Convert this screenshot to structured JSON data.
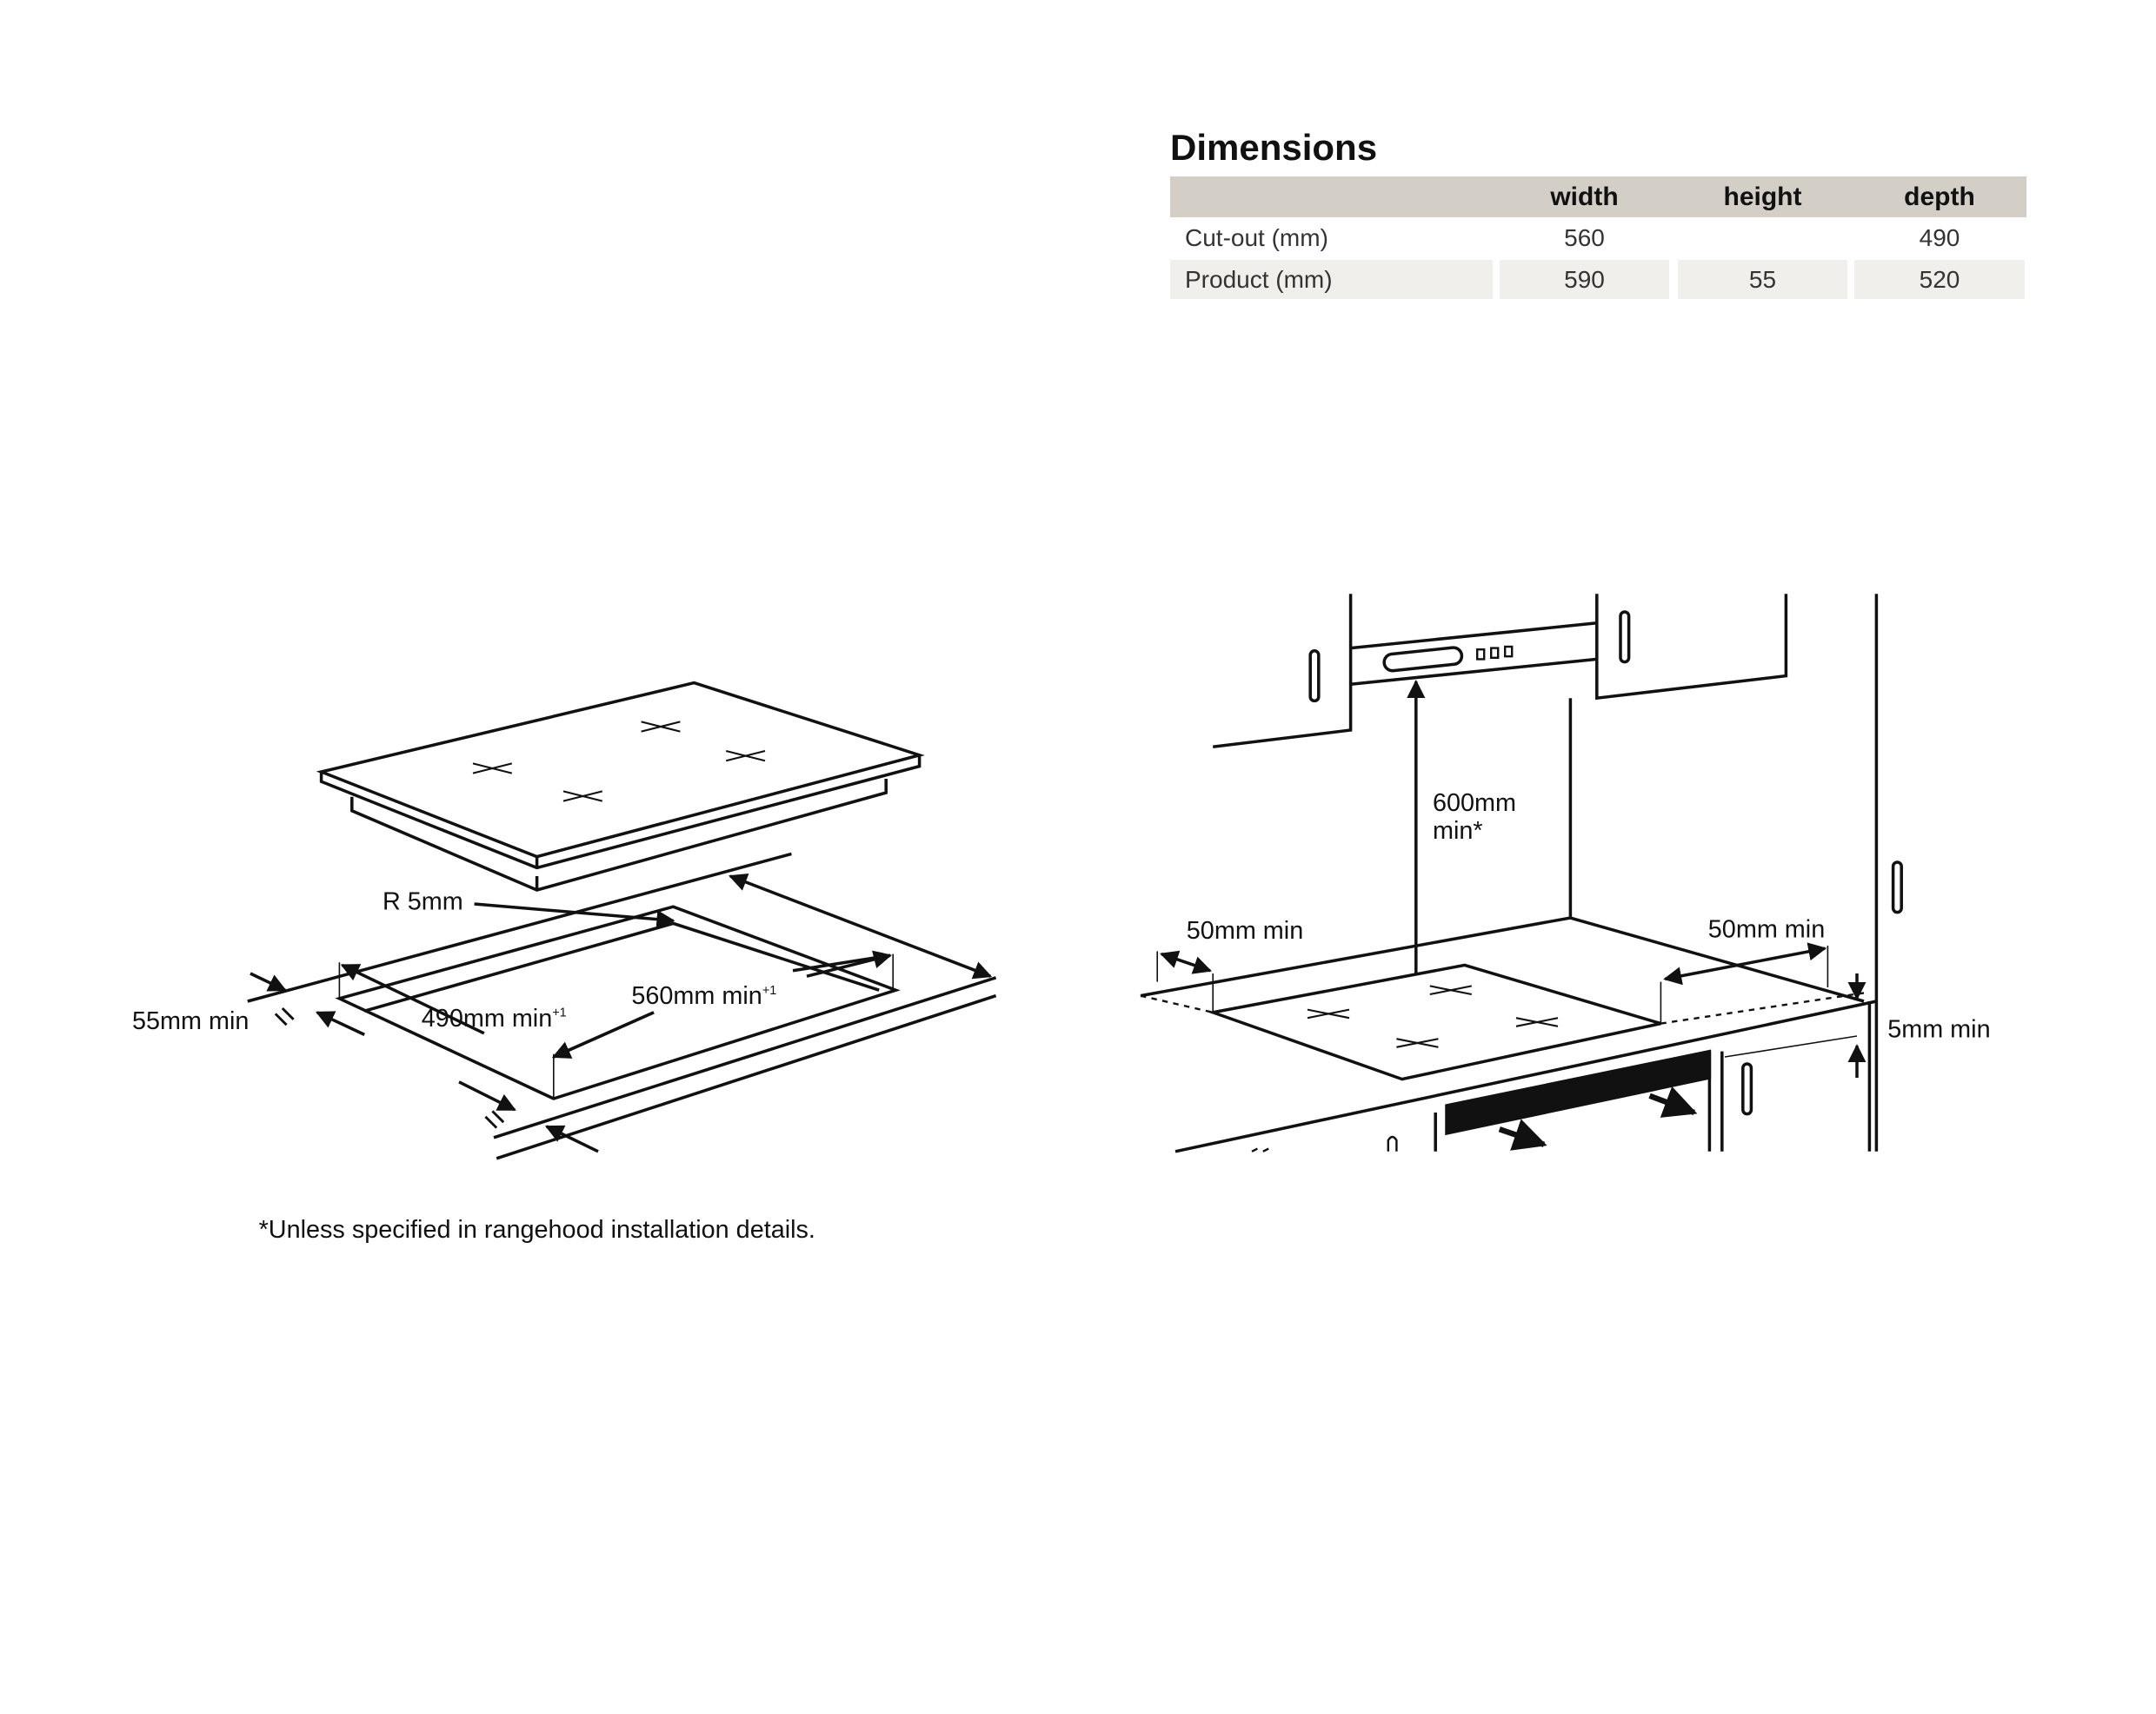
{
  "dimensions": {
    "title": "Dimensions",
    "headers": [
      "",
      "width",
      "height",
      "depth"
    ],
    "rows": [
      {
        "label": "Cut-out (mm)",
        "width": "560",
        "height": "",
        "depth": "490"
      },
      {
        "label": "Product (mm)",
        "width": "590",
        "height": "55",
        "depth": "520"
      }
    ]
  },
  "cutout_diagram": {
    "radius_label": "R 5mm",
    "depth_label": "490mm min",
    "depth_sup": "+1",
    "width_label": "560mm min",
    "width_sup": "+1",
    "edge_label": "55mm min",
    "footnote": "*Unless specified in rangehood installation details."
  },
  "installation_diagram": {
    "height_label_1": "600mm",
    "height_label_2": "min*",
    "left_clearance": "50mm min",
    "right_clearance": "50mm min",
    "gap_label": "5mm min"
  }
}
